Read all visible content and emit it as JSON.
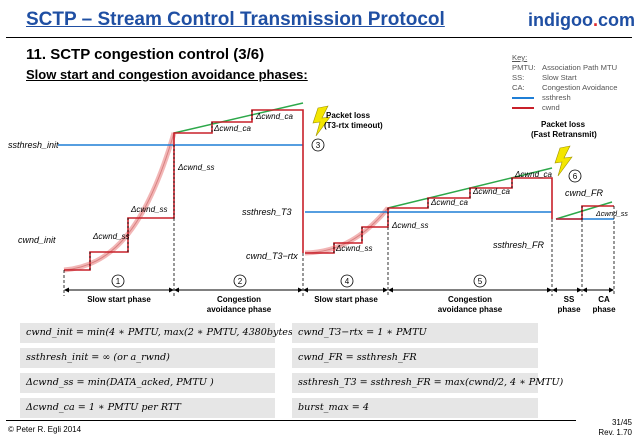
{
  "header": {
    "title": "SCTP – Stream Control Transmission Protocol",
    "logo_main": "indigoo",
    "logo_dot": ".",
    "logo_tld": "com"
  },
  "slide": {
    "title": "11. SCTP congestion control (3/6)",
    "subtitle": "Slow start and congestion avoidance phases:"
  },
  "key": {
    "heading": "Key:",
    "items": [
      {
        "abbr": "PMTU:",
        "text": "Association Path MTU"
      },
      {
        "abbr": "SS:",
        "text": "Slow Start"
      },
      {
        "abbr": "CA:",
        "text": "Congestion Avoidance"
      },
      {
        "abbr": "",
        "text": "ssthresh",
        "color": "#1f7fd6"
      },
      {
        "abbr": "",
        "text": "cwnd",
        "color": "#c8202a"
      }
    ]
  },
  "diagram": {
    "labels": {
      "ssthresh_init": "ssthresh_init",
      "cwnd_init": "cwnd_init",
      "ssthresh_t3": "ssthresh_T3",
      "cwnd_t3rtx": "cwnd_T3−rtx",
      "ssthresh_fr": "ssthresh_FR",
      "cwnd_fr": "cwnd_FR",
      "d_cwnd_ss": "Δcwnd_ss",
      "d_cwnd_ca": "Δcwnd_ca"
    },
    "events": [
      {
        "text": "Packet loss",
        "sub": "(T3-rtx timeout)",
        "marker": "3"
      },
      {
        "text": "Packet loss",
        "sub": "(Fast Retransmit)",
        "marker": "6"
      }
    ],
    "markers": [
      "1",
      "2",
      "4",
      "5"
    ],
    "phases": [
      {
        "line1": "Slow start phase",
        "line2": ""
      },
      {
        "line1": "Congestion",
        "line2": "avoidance phase"
      },
      {
        "line1": "Slow start phase",
        "line2": ""
      },
      {
        "line1": "Congestion",
        "line2": "avoidance phase"
      },
      {
        "line1": "SS",
        "line2": "phase"
      },
      {
        "line1": "CA",
        "line2": "phase"
      }
    ]
  },
  "formulas": {
    "left": [
      "cwnd_init = min(4 ∗ PMTU, max(2 ∗ PMTU, 4380bytes))",
      "ssthresh_init = ∞ (or a_rwnd)",
      "Δcwnd_ss = min(DATA_acked, PMTU )",
      "Δcwnd_ca = 1 ∗ PMTU per RTT"
    ],
    "right": [
      "cwnd_T3−rtx = 1 ∗ PMTU",
      "cwnd_FR = ssthresh_FR",
      "ssthresh_T3 = ssthresh_FR = max(cwnd/2, 4 ∗ PMTU)",
      "burst_max = 4"
    ]
  },
  "footer": {
    "copyright": "© Peter R. Egli 2014",
    "page": "31/45",
    "rev": "Rev. 1.70"
  }
}
